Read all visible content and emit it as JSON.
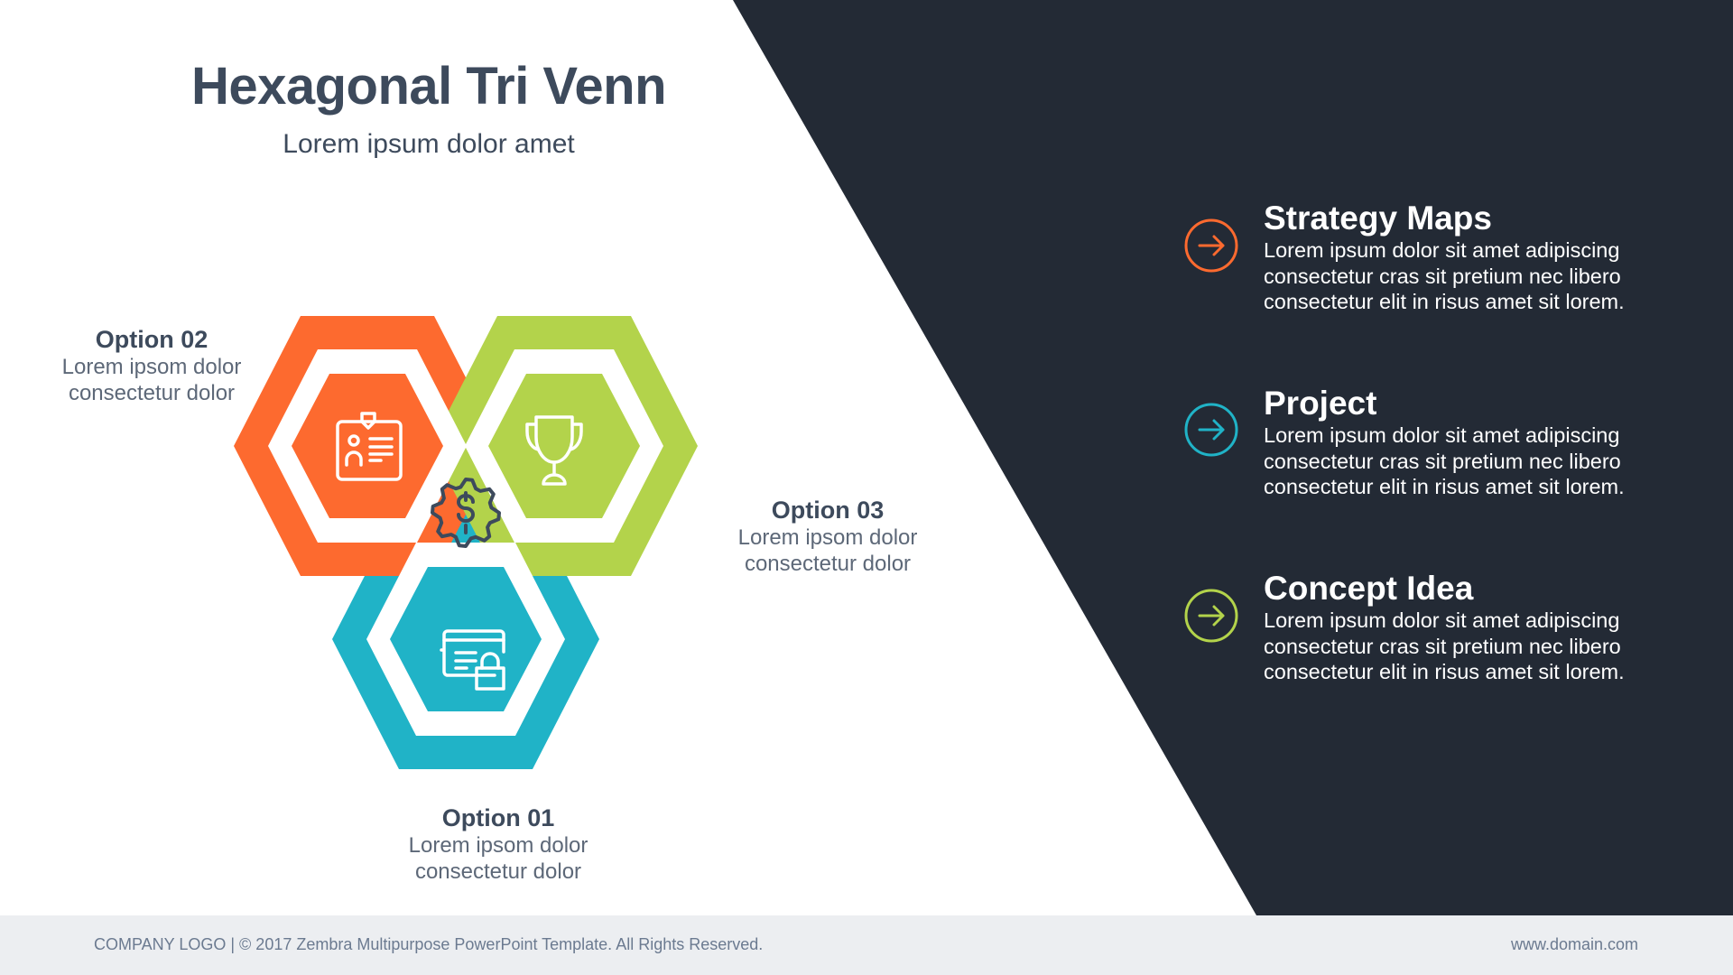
{
  "header": {
    "title": "Hexagonal Tri Venn",
    "subtitle": "Lorem ipsum dolor amet"
  },
  "colors": {
    "orange": "#fd6a2f",
    "green": "#b3d34b",
    "blue": "#20b3c7",
    "dark": "#232a35",
    "text": "#3d4a5c"
  },
  "options": [
    {
      "title": "Option 02",
      "line1": "Lorem ipsom dolor",
      "line2": "consectetur dolor",
      "icon": "id-badge-icon"
    },
    {
      "title": "Option 03",
      "line1": "Lorem ipsom dolor",
      "line2": "consectetur dolor",
      "icon": "trophy-icon"
    },
    {
      "title": "Option 01",
      "line1": "Lorem ipsom dolor",
      "line2": "consectetur dolor",
      "icon": "secure-card-icon"
    }
  ],
  "center_icon": "gear-dollar-icon",
  "items": [
    {
      "title": "Strategy Maps",
      "l1": "Lorem ipsum dolor sit amet adipiscing",
      "l2": "consectetur cras sit pretium nec libero",
      "l3": "consectetur elit in risus amet sit lorem.",
      "icon": "arrow-right-circle-icon"
    },
    {
      "title": "Project",
      "l1": "Lorem ipsum dolor sit amet adipiscing",
      "l2": "consectetur cras sit pretium nec libero",
      "l3": "consectetur elit in risus amet sit lorem.",
      "icon": "arrow-right-circle-icon"
    },
    {
      "title": "Concept Idea",
      "l1": "Lorem ipsum dolor sit amet adipiscing",
      "l2": "consectetur cras sit pretium nec libero",
      "l3": "consectetur elit in risus amet sit lorem.",
      "icon": "arrow-right-circle-icon"
    }
  ],
  "footer": {
    "left": "COMPANY LOGO | © 2017 Zembra Multipurpose PowerPoint Template. All Rights Reserved.",
    "right": "www.domain.com"
  }
}
